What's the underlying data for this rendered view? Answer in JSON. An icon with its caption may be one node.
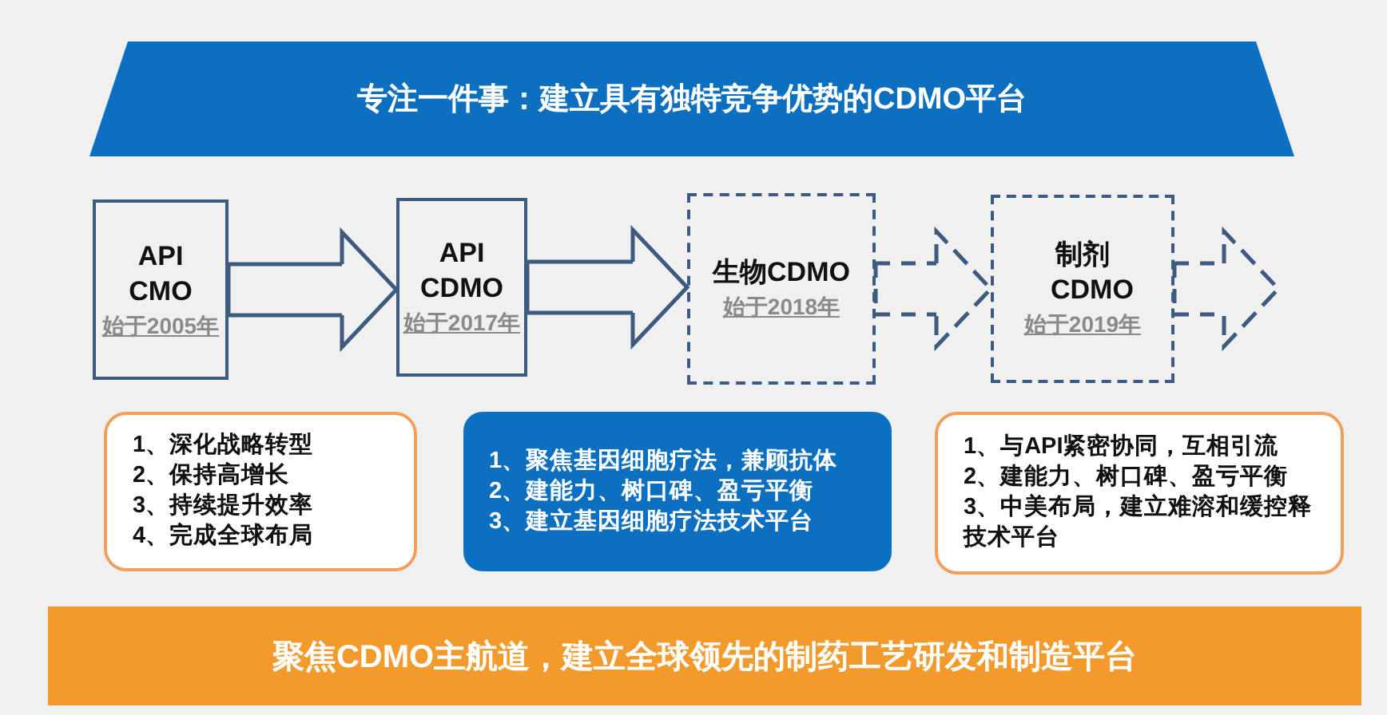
{
  "diagram": {
    "nodes": [
      {
        "text": [
          "专注一件事：建立具有独特竞争优势的CDMO平台"
        ]
      },
      {
        "text": [
          "API CMO",
          "始于2005年"
        ]
      },
      {
        "text": [
          "API CDMO",
          "始于2017年"
        ]
      },
      {
        "text": [
          "生物CDMO",
          "始于2018年"
        ]
      },
      {
        "text": [
          "制剂CDMO",
          "始于2019年"
        ]
      },
      {
        "text": [
          "1、深化战略转型",
          "2、保持高增长",
          "3、持续提升效率",
          "4、完成全球布局"
        ]
      },
      {
        "text": [
          "1、聚焦基因细胞疗法，兼顾抗体",
          "2、建能力、树口碑、盈亏平衡",
          "3、建立基因细胞疗法技术平台"
        ]
      },
      {
        "text": [
          "1、与API紧密协同，互相引流",
          "2、建能力、树口碑、盈亏平衡",
          "3、中美布局，建立难溶和缓控释技术平台"
        ]
      },
      {
        "text": [
          "聚焦CDMO主航道，建立全球领先的制药工艺研发和制造平台"
        ]
      }
    ],
    "edges": [
      {
        "from": 1,
        "to": 2,
        "arrow": "to"
      },
      {
        "from": 2,
        "to": 3,
        "arrow": "to"
      },
      {
        "from": 3,
        "to": 4,
        "arrow": "to",
        "style": "dashed"
      },
      {
        "from": 4,
        "to": null,
        "arrow": "to",
        "style": "dashed"
      }
    ]
  }
}
